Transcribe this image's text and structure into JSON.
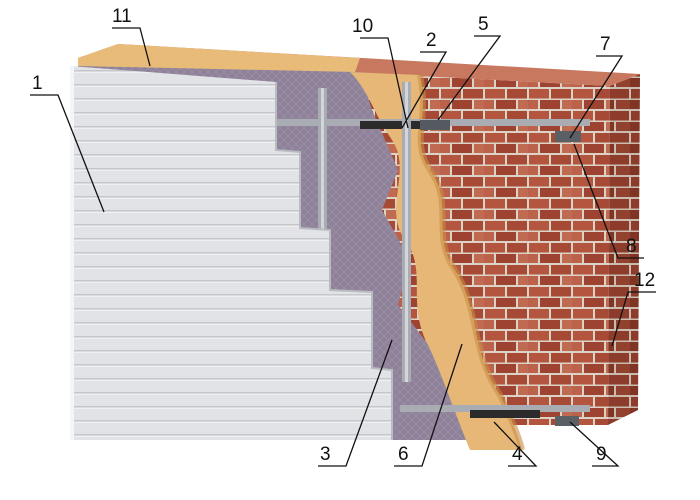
{
  "colors": {
    "brick": "#b4563f",
    "brick_dark": "#8d3b2a",
    "mortar": "#dcd2c6",
    "insulation": "#e7b778",
    "membrane": "#8b7d9c",
    "siding": "#dfe0e3",
    "metal": "#a9adb3",
    "bracket_black": "#2b2b2b",
    "line": "#111111"
  },
  "callouts": [
    {
      "id": "1",
      "label": "1"
    },
    {
      "id": "2",
      "label": "2"
    },
    {
      "id": "3",
      "label": "3"
    },
    {
      "id": "4",
      "label": "4"
    },
    {
      "id": "5",
      "label": "5"
    },
    {
      "id": "6",
      "label": "6"
    },
    {
      "id": "7",
      "label": "7"
    },
    {
      "id": "8",
      "label": "8"
    },
    {
      "id": "9",
      "label": "9"
    },
    {
      "id": "10",
      "label": "10"
    },
    {
      "id": "11",
      "label": "11"
    },
    {
      "id": "12",
      "label": "12"
    }
  ]
}
